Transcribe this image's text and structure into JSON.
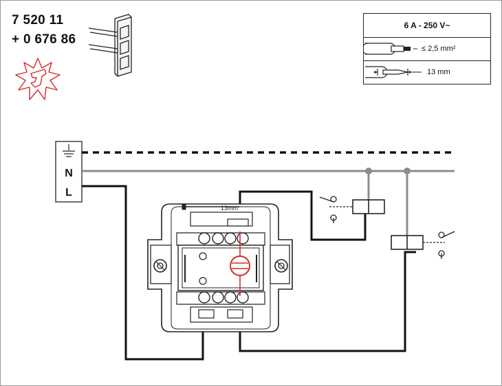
{
  "header": {
    "code_main": "7 520 11",
    "code_accessory": "+ 0 676 86"
  },
  "specs": {
    "rating": "6 A - 250 V~",
    "cable_section": "≤ 2,5 mm²",
    "strip_length": "13 mm"
  },
  "terminal_block": {
    "earth_symbol": "earth-icon",
    "neutral_label": "N",
    "line_label": "L"
  },
  "switch": {
    "strip_gauge_label": "13mm"
  },
  "colors": {
    "line_wire": "#111111",
    "neutral_wire": "#8c8c8c",
    "earth_wire": "#111111",
    "indicator": "#d42a2a",
    "spark": "#d42a2a"
  }
}
